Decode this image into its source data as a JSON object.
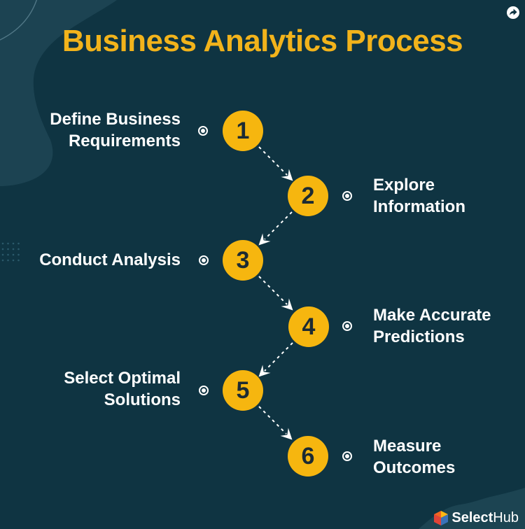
{
  "title": "Business Analytics Process",
  "steps": [
    {
      "number": "1",
      "label": "Define Business\nRequirements",
      "side": "left"
    },
    {
      "number": "2",
      "label": "Explore\nInformation",
      "side": "right"
    },
    {
      "number": "3",
      "label": "Conduct Analysis",
      "side": "left"
    },
    {
      "number": "4",
      "label": "Make Accurate\nPredictions",
      "side": "right"
    },
    {
      "number": "5",
      "label": "Select Optimal\nSolutions",
      "side": "left"
    },
    {
      "number": "6",
      "label": "Measure\nOutcomes",
      "side": "right"
    }
  ],
  "footer": {
    "brand_bold": "Select",
    "brand_light": "Hub"
  },
  "icons": {
    "share": "share-arrow-icon",
    "bullet": "target-bullet-icon",
    "logo_mark": "selecthub-cube-icon"
  },
  "colors": {
    "background": "#0f3442",
    "corner_blob": "#1c4352",
    "accent_gold": "#f2b31b",
    "circle_gold": "#f6b60f",
    "text_white": "#ffffff",
    "number_dark": "#1c2b33",
    "logo_orange": "#f26522",
    "logo_yellow": "#fdb813",
    "logo_red": "#e04337",
    "logo_blue": "#3b73b9"
  }
}
